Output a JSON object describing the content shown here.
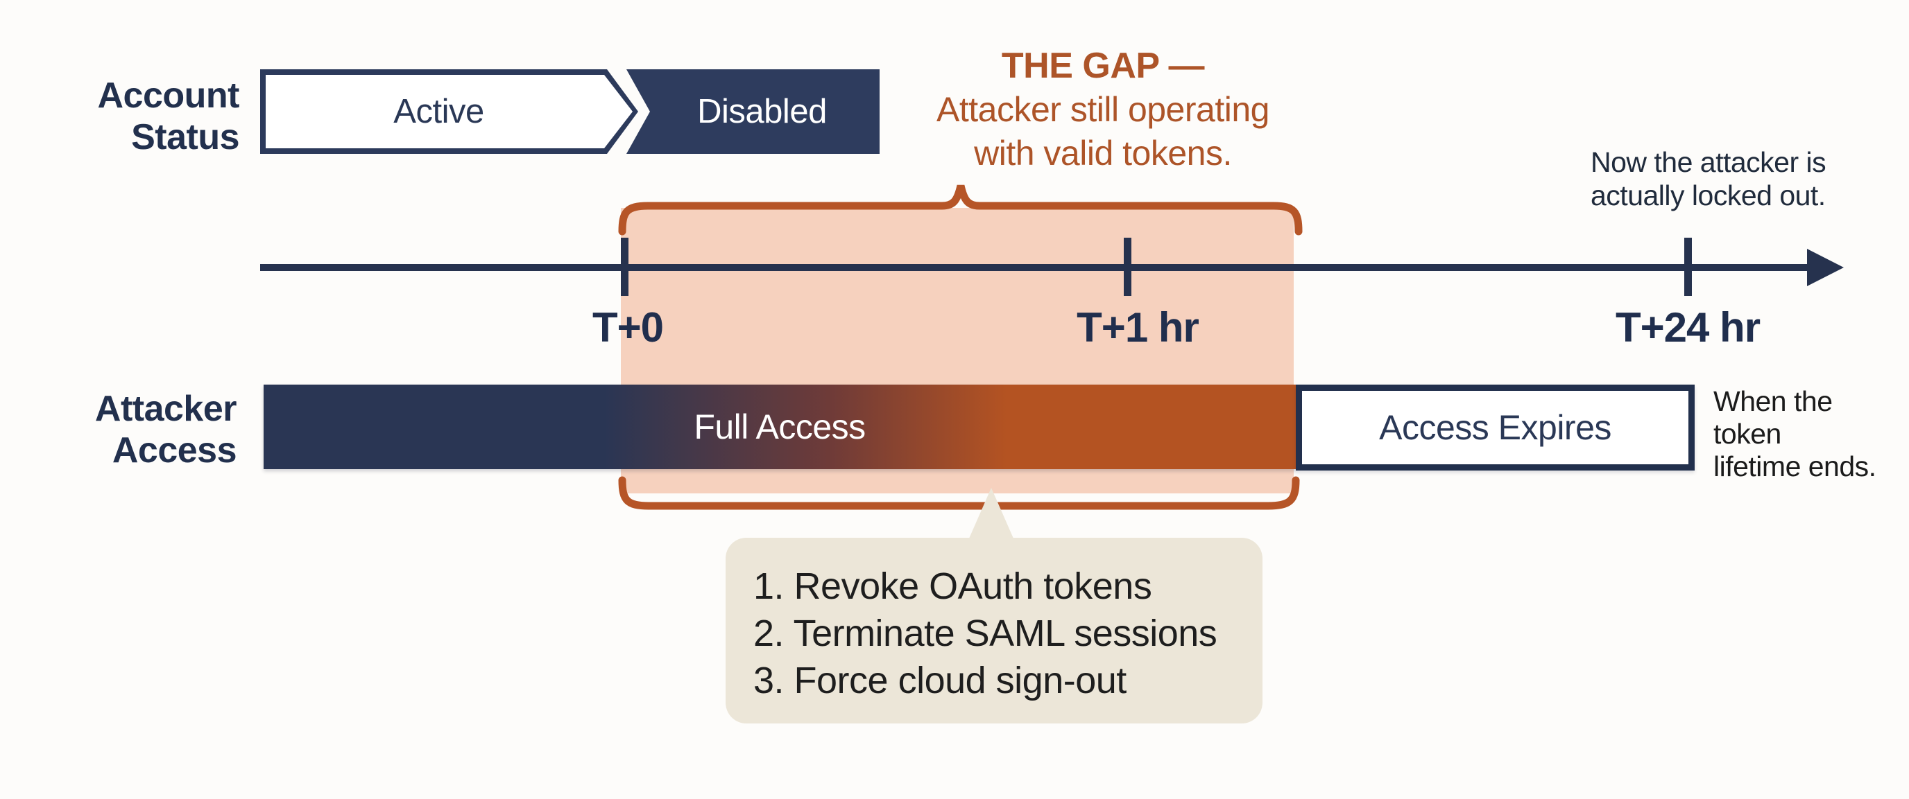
{
  "colors": {
    "navy": "#22304d",
    "navy_fill": "#2e3c5e",
    "rust": "#ad5428",
    "bar_orange": "#b45322",
    "salmon": "#f6d1be",
    "beige": "#ece6d8"
  },
  "account_status": {
    "label_line1": "Account",
    "label_line2": "Status",
    "active_label": "Active",
    "disabled_label": "Disabled"
  },
  "gap_heading": {
    "title": "THE GAP —",
    "line2": "Attacker still operating",
    "line3": "with valid tokens."
  },
  "lockout_note": {
    "line1": "Now the attacker is",
    "line2": "actually locked out."
  },
  "timeline": {
    "ticks": [
      {
        "label": "T+0"
      },
      {
        "label": "T+1 hr"
      },
      {
        "label": "T+24 hr"
      }
    ]
  },
  "attacker_access": {
    "label_line1": "Attacker",
    "label_line2": "Access",
    "bar_label": "Full Access",
    "expires_label": "Access Expires"
  },
  "token_note": {
    "line1": "When the",
    "line2": "token",
    "line3": "lifetime ends."
  },
  "callout": {
    "items": [
      "1. Revoke OAuth tokens",
      "2. Terminate SAML sessions",
      "3. Force cloud sign-out"
    ]
  }
}
